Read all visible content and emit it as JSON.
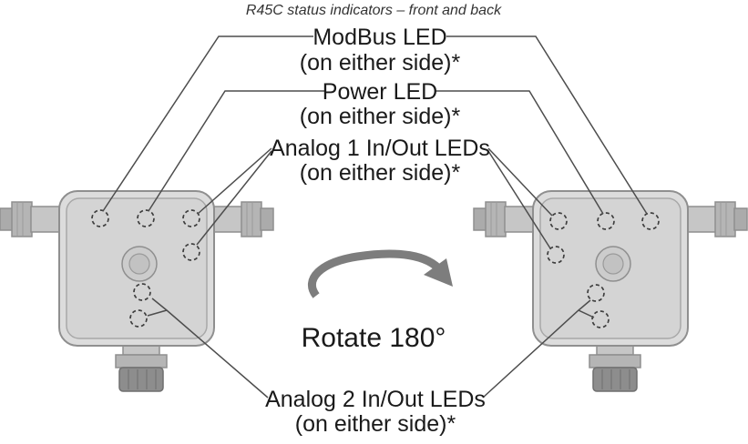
{
  "title": "R45C status indicators – front and back",
  "labels": {
    "modbus": {
      "name": "ModBus LED",
      "note": "(on either side)*"
    },
    "power": {
      "name": "Power LED",
      "note": "(on either side)*"
    },
    "analog1": {
      "name": "Analog 1 In/Out LEDs",
      "note": "(on either side)*"
    },
    "analog2": {
      "name": "Analog 2 In/Out LEDs",
      "note": "(on either side)*"
    },
    "rotate": {
      "name": "Rotate 180°"
    }
  },
  "colors": {
    "background": "#ffffff",
    "text": "#1a1a1a",
    "leader_line": "#4d4d4d",
    "device_fill": "#dcdcdc",
    "device_stroke": "#8f8f8f",
    "led_marker": "#3f3f3f",
    "rotate_arrow": "#7d7d7d"
  }
}
